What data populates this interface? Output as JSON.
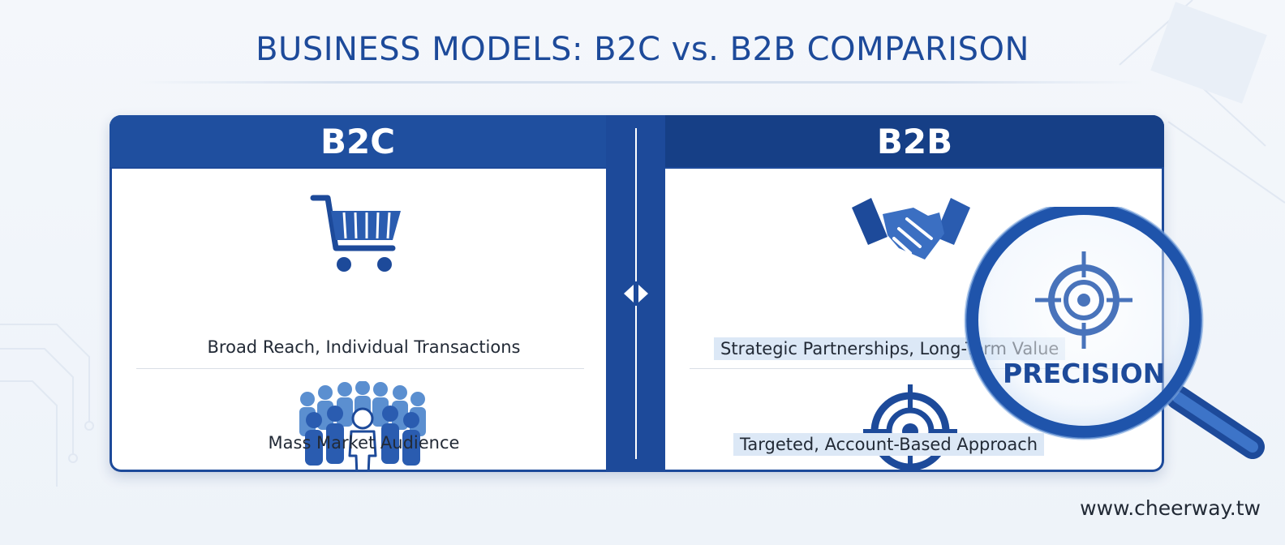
{
  "title": "BUSINESS MODELS: B2C vs. B2B COMPARISON",
  "left": {
    "heading": "B2C",
    "items": [
      {
        "icon": "shopping-cart-icon",
        "caption": "Broad Reach, Individual Transactions"
      },
      {
        "icon": "crowd-icon",
        "caption": "Mass Market Audience"
      }
    ]
  },
  "right": {
    "heading": "B2B",
    "items": [
      {
        "icon": "handshake-icon",
        "caption": "Strategic Partnerships, Long-Term Value"
      },
      {
        "icon": "target-icon",
        "caption": "Targeted, Account-Based Approach"
      }
    ]
  },
  "divider": {
    "icon": "left-right-arrows-icon"
  },
  "magnifier": {
    "icon": "magnifying-glass-icon",
    "label": "PRECISION"
  },
  "footer": {
    "url": "www.cheerway.tw"
  },
  "colors": {
    "primary": "#1d4a9a",
    "dark": "#163f86",
    "text": "#222a36",
    "highlight": "#dce8f6"
  }
}
